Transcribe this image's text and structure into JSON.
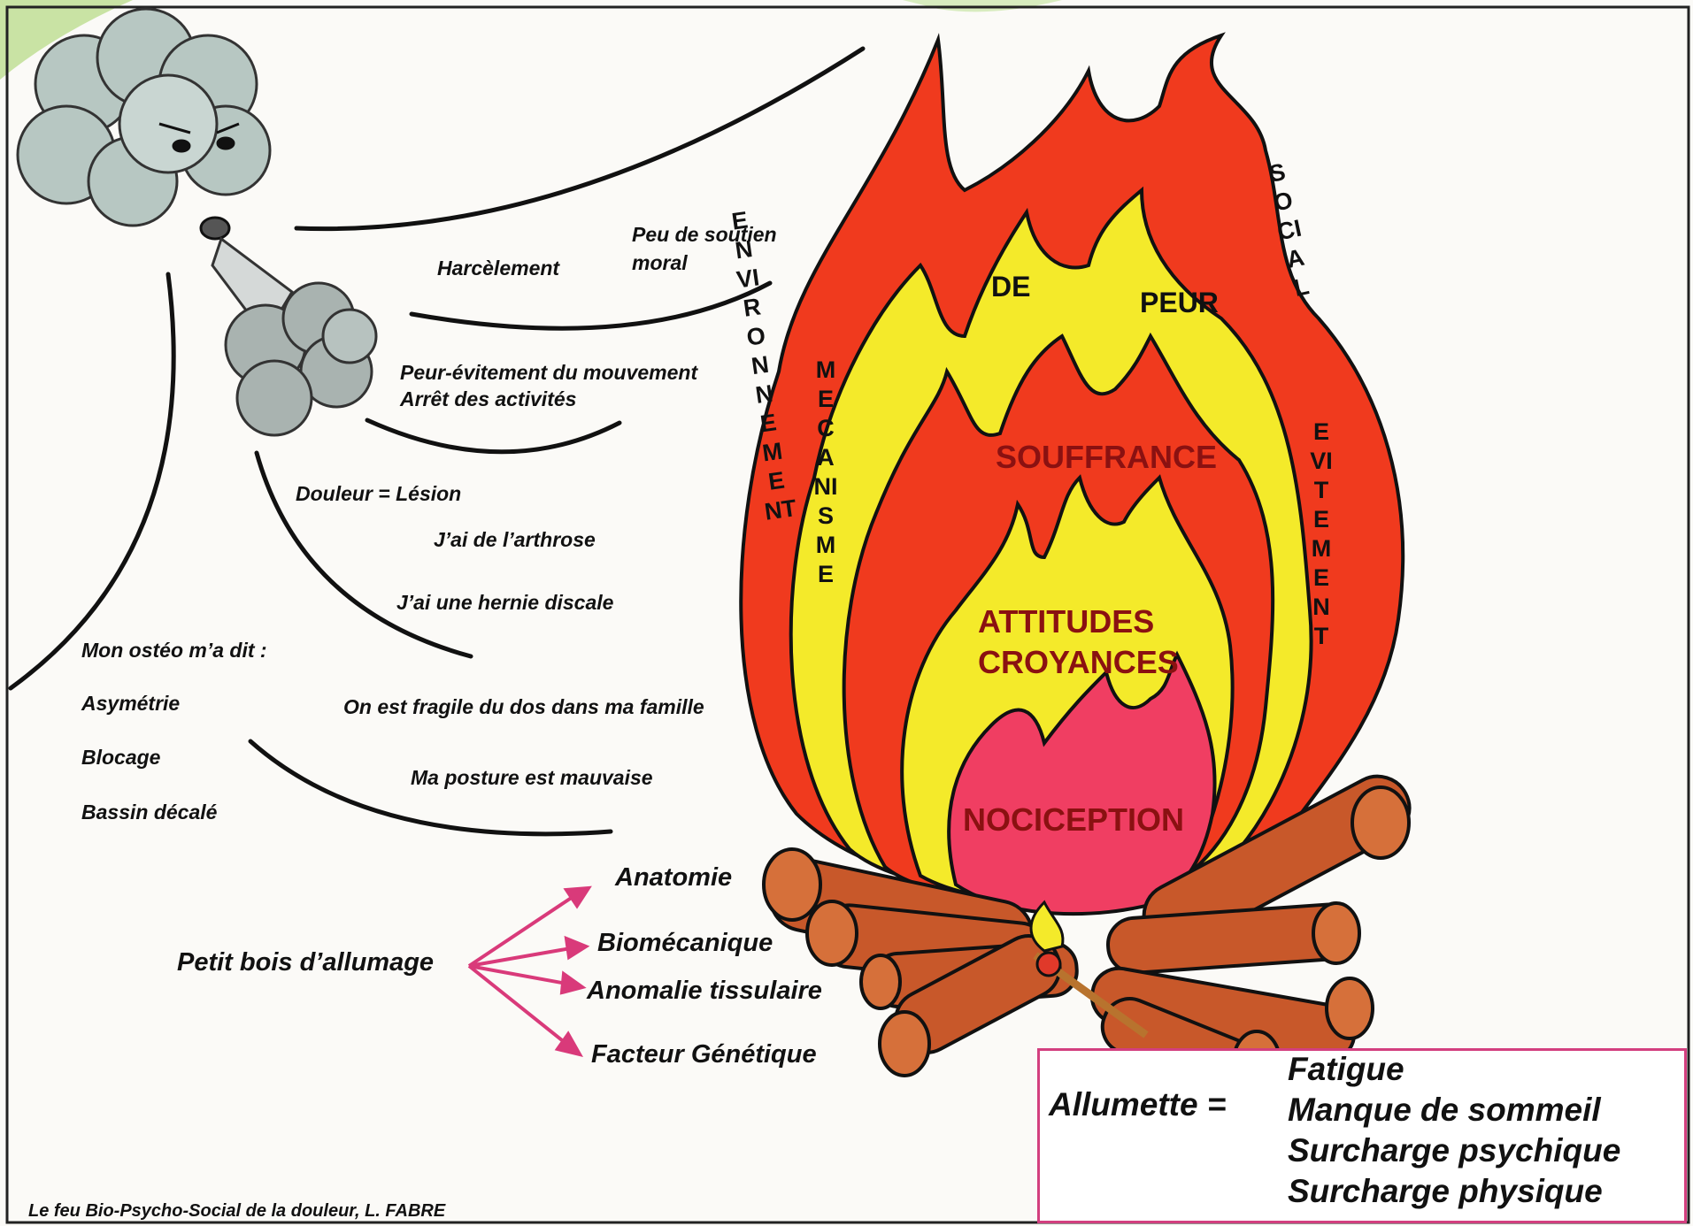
{
  "title": "Le feu Bio-Psycho-Social de la douleur, L. FABRE",
  "wind_labels": {
    "harcelement": "Harcèlement",
    "soutien_line1": "Peu de soutien",
    "soutien_line2": "moral",
    "peur_evitement": "Peur-évitement du mouvement",
    "arret": "Arrêt des activités",
    "douleur": "Douleur = Lésion",
    "arthrose": "J’ai de l’arthrose",
    "hernie": "J’ai une hernie discale",
    "osteo": "Mon ostéo m’a dit :",
    "asymetrie": "Asymétrie",
    "blocage": "Blocage",
    "bassin": "Bassin décalé",
    "fragile": "On est fragile du dos dans ma famille",
    "posture": "Ma posture est mauvaise"
  },
  "fire_layers": {
    "environnement": "ENVIRONNEMENT",
    "mecanisme": "MECANISME",
    "social": "SOCIAL",
    "evitement": "EVITEMENT",
    "de": "DE",
    "peur": "PEUR",
    "souffrance": "SOUFFRANCE",
    "attitudes": "ATTITUDES",
    "croyances": "CROYANCES",
    "nociception": "NOCICEPTION"
  },
  "kindling": {
    "label": "Petit bois d’allumage",
    "items": [
      "Anatomie",
      "Biomécanique",
      "Anomalie tissulaire",
      "Facteur Génétique"
    ]
  },
  "match": {
    "label": "Allumette =",
    "items": [
      "Fatigue",
      "Manque de sommeil",
      "Surcharge psychique",
      "Surcharge physique"
    ]
  },
  "colors": {
    "flame_red": "#f03a1e",
    "flame_yellow": "#f4ea2a",
    "flame_pink": "#f03e62",
    "wood": "#c8582a",
    "arrow_pink": "#d93a7a",
    "cloud": "#b7c7c2"
  }
}
